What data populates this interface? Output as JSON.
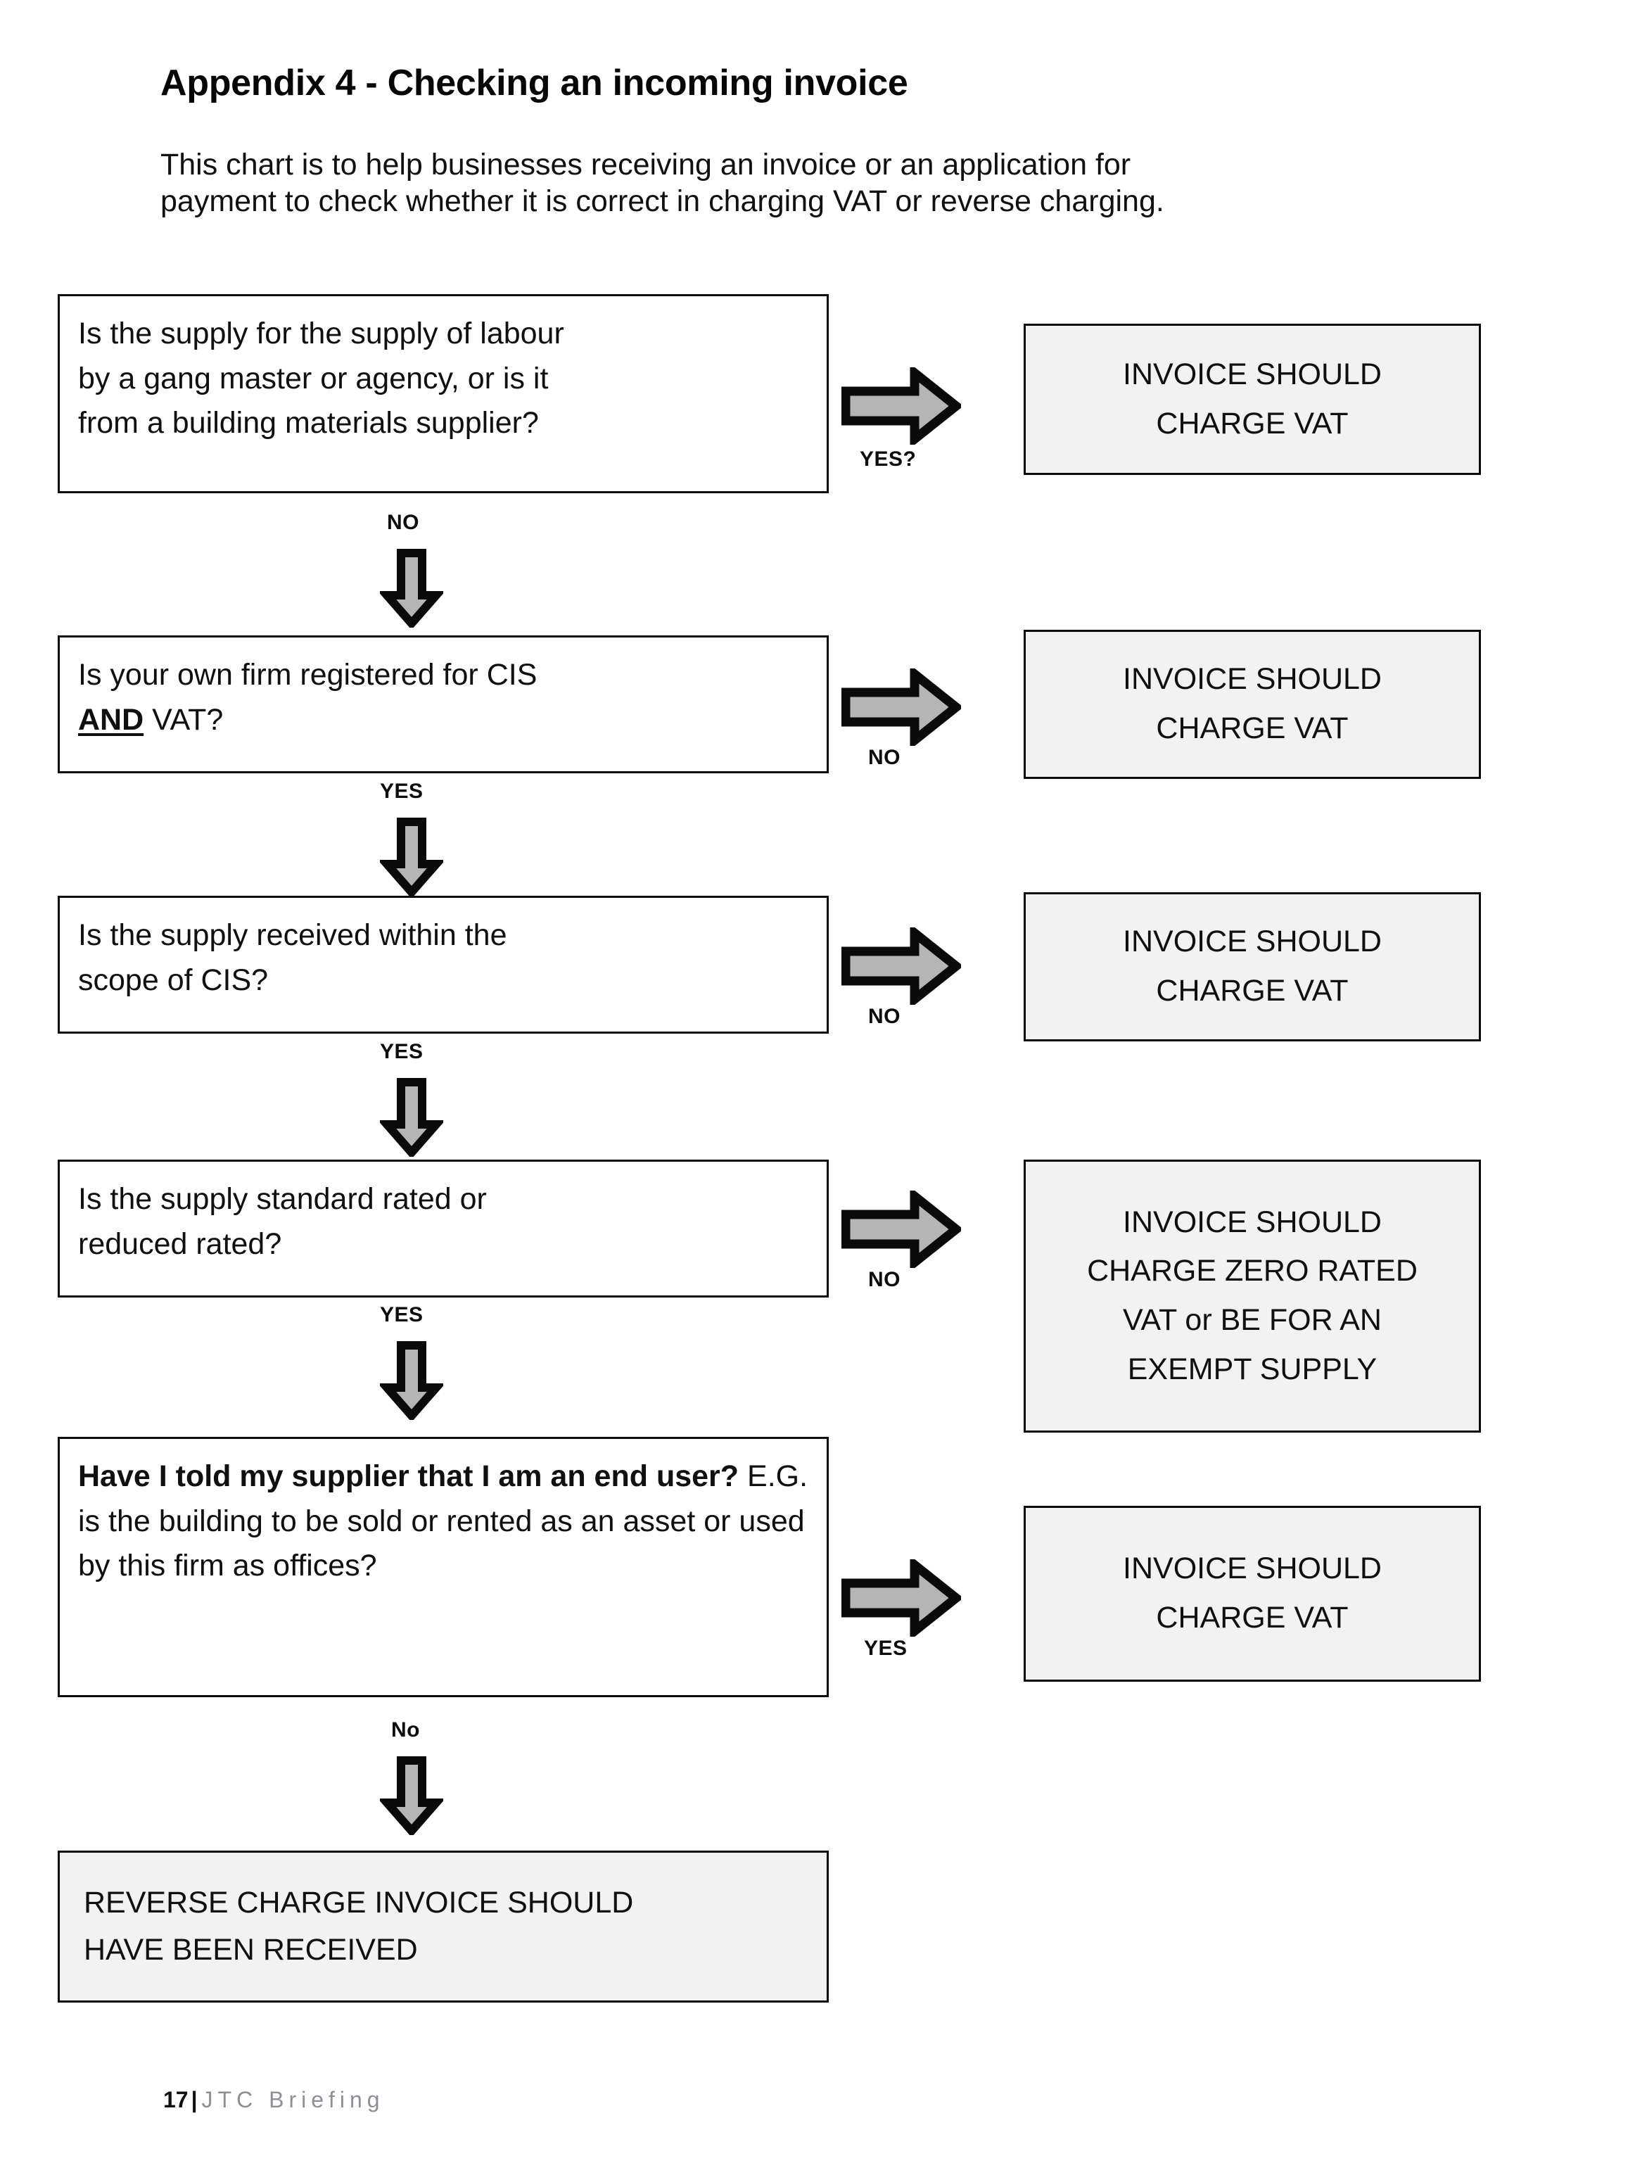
{
  "header": {
    "title": "Appendix 4 - Checking an incoming invoice",
    "intro_line1": "This chart is to help businesses receiving an invoice or an application for",
    "intro_line2": "payment to check whether it is correct in charging VAT or reverse charging."
  },
  "flowchart": {
    "steps": [
      {
        "question_line1": "Is the supply for the supply of labour",
        "question_line2": "by a gang master or agency, or is it",
        "question_line3": "from a building materials supplier?",
        "branch_right_label": "YES?",
        "branch_down_label": "NO",
        "outcome_line1": "INVOICE SHOULD",
        "outcome_line2": "CHARGE VAT"
      },
      {
        "question_line1": "Is your own firm registered for CIS",
        "question_bold_word": "AND",
        "question_line2_rest": " VAT?",
        "branch_right_label": "NO",
        "branch_down_label": "YES",
        "outcome_line1": "INVOICE SHOULD",
        "outcome_line2": "CHARGE VAT"
      },
      {
        "question_line1": "Is the supply received within the",
        "question_line2": "scope of CIS?",
        "branch_right_label": "NO",
        "branch_down_label": "YES",
        "outcome_line1": "INVOICE SHOULD",
        "outcome_line2": "CHARGE VAT"
      },
      {
        "question_line1": "Is the supply standard rated or",
        "question_line2": "reduced rated?",
        "branch_right_label": "NO",
        "branch_down_label": "YES",
        "outcome_line1": "INVOICE SHOULD",
        "outcome_line2": "CHARGE ZERO RATED",
        "outcome_line3": "VAT or BE FOR AN",
        "outcome_line4": "EXEMPT SUPPLY"
      },
      {
        "question_bold": "Have I told my supplier that I am an end user?",
        "question_rest": " E.G. is the building to be sold or rented as an asset or used by this firm as offices?",
        "branch_right_label": "YES",
        "branch_down_label": "No",
        "outcome_line1": "INVOICE SHOULD",
        "outcome_line2": "CHARGE VAT"
      }
    ],
    "final_outcome": {
      "line1": "REVERSE CHARGE INVOICE SHOULD",
      "line2": "HAVE BEEN RECEIVED"
    }
  },
  "footer": {
    "page_number": "17",
    "separator": "|",
    "brand": "JTC Briefing"
  },
  "colors": {
    "ink": "#0a0a0a",
    "arrow_fill": "#b5b5b5",
    "arrow_outline": "#0a0a0a",
    "outcome_fill": "#f2f2f2",
    "footer_brand": "#8d8f96"
  }
}
